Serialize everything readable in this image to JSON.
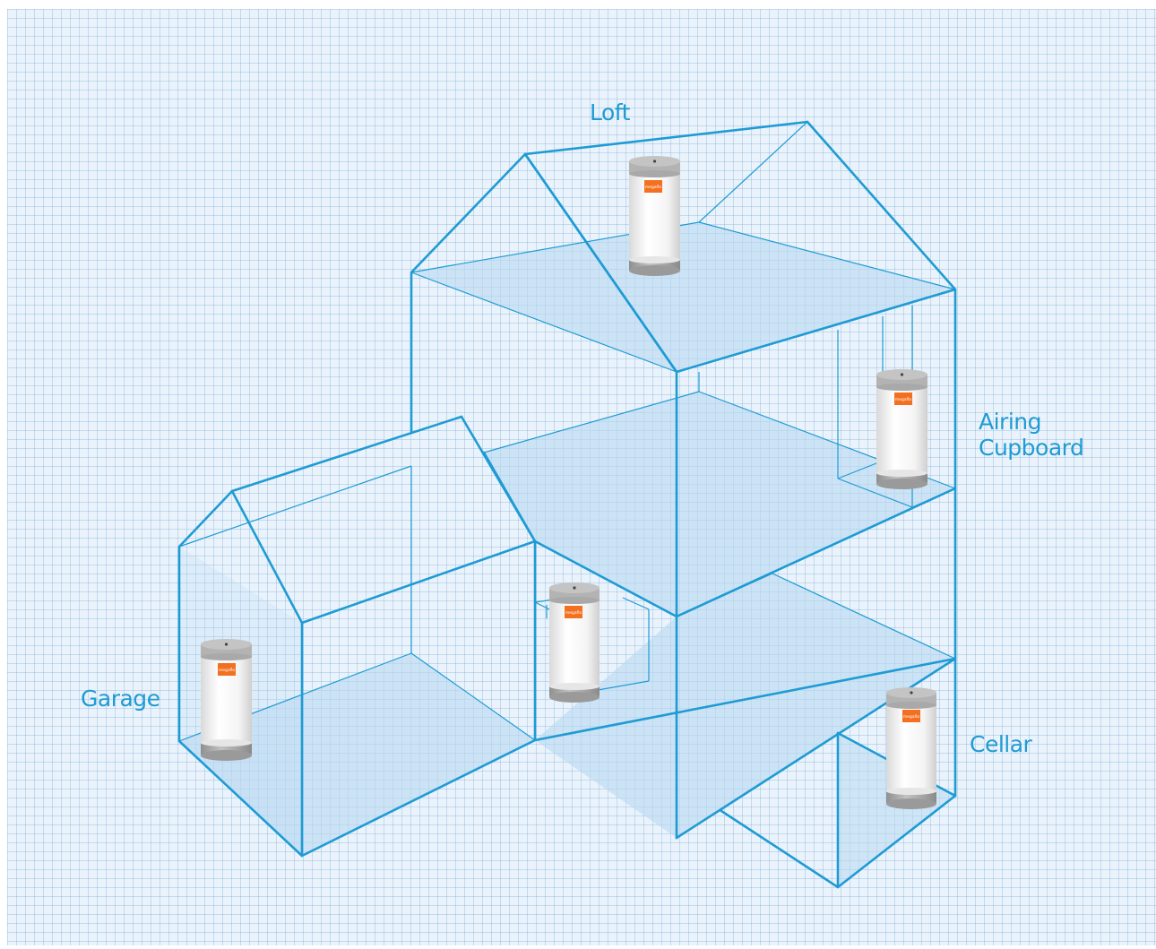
{
  "diagram": {
    "locations": [
      {
        "id": "loft",
        "lines": [
          "Loft"
        ]
      },
      {
        "id": "airing",
        "lines": [
          "Airing",
          "Cupboard"
        ]
      },
      {
        "id": "garage",
        "lines": [
          "Garage"
        ]
      },
      {
        "id": "cellar",
        "lines": [
          "Cellar"
        ]
      }
    ],
    "cylinder_badge_text": "megaflo",
    "colors": {
      "outline": "#1f9bd4",
      "floor_fill": "#b8d8f2",
      "grid_background": "#eaf3fb",
      "label": "#1f9bd4",
      "cylinder_body": "#ffffff",
      "cylinder_top": "#b3b3b3",
      "cylinder_base": "#a8a8a8",
      "badge": "#f37021"
    }
  }
}
